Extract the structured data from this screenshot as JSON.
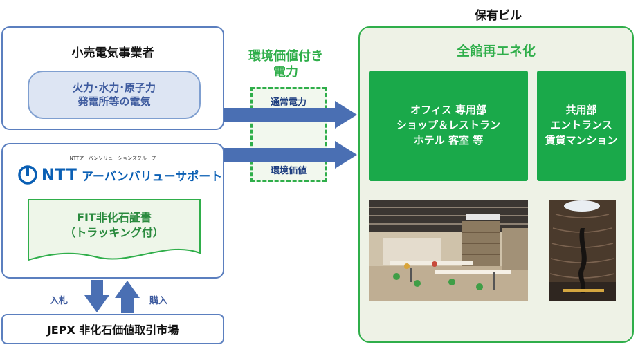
{
  "owned_building": {
    "heading": "保有ビル",
    "banner": "全館再エネ化",
    "office_block": [
      "オフィス 専用部",
      "ショップ＆レストラン",
      "ホテル 客室 等"
    ],
    "common_block": [
      "共用部",
      "エントランス",
      "賃貸マンション"
    ]
  },
  "retailer": {
    "title": "小売電気事業者",
    "pill": [
      "火力･水力･原子力",
      "発電所等の電気"
    ]
  },
  "middle": {
    "label": [
      "環境価値付き",
      "電力"
    ],
    "ordinary_power": "通常電力",
    "env_value": "環境価値"
  },
  "ntt": {
    "group_text": "NTTアーバンソリューションズグループ",
    "logo_ntt": "NTT",
    "logo_name": "アーバンバリューサポート",
    "certificate": [
      "FIT非化石証書",
      "（トラッキング付）"
    ]
  },
  "jepx": {
    "bid": "入札",
    "purchase": "購入",
    "market": "JEPX 非化石価値取引市場"
  },
  "colors": {
    "accent_green": "#1aa94a",
    "accent_blue": "#4a6fb3",
    "panel_bg": "#eef2e6"
  }
}
